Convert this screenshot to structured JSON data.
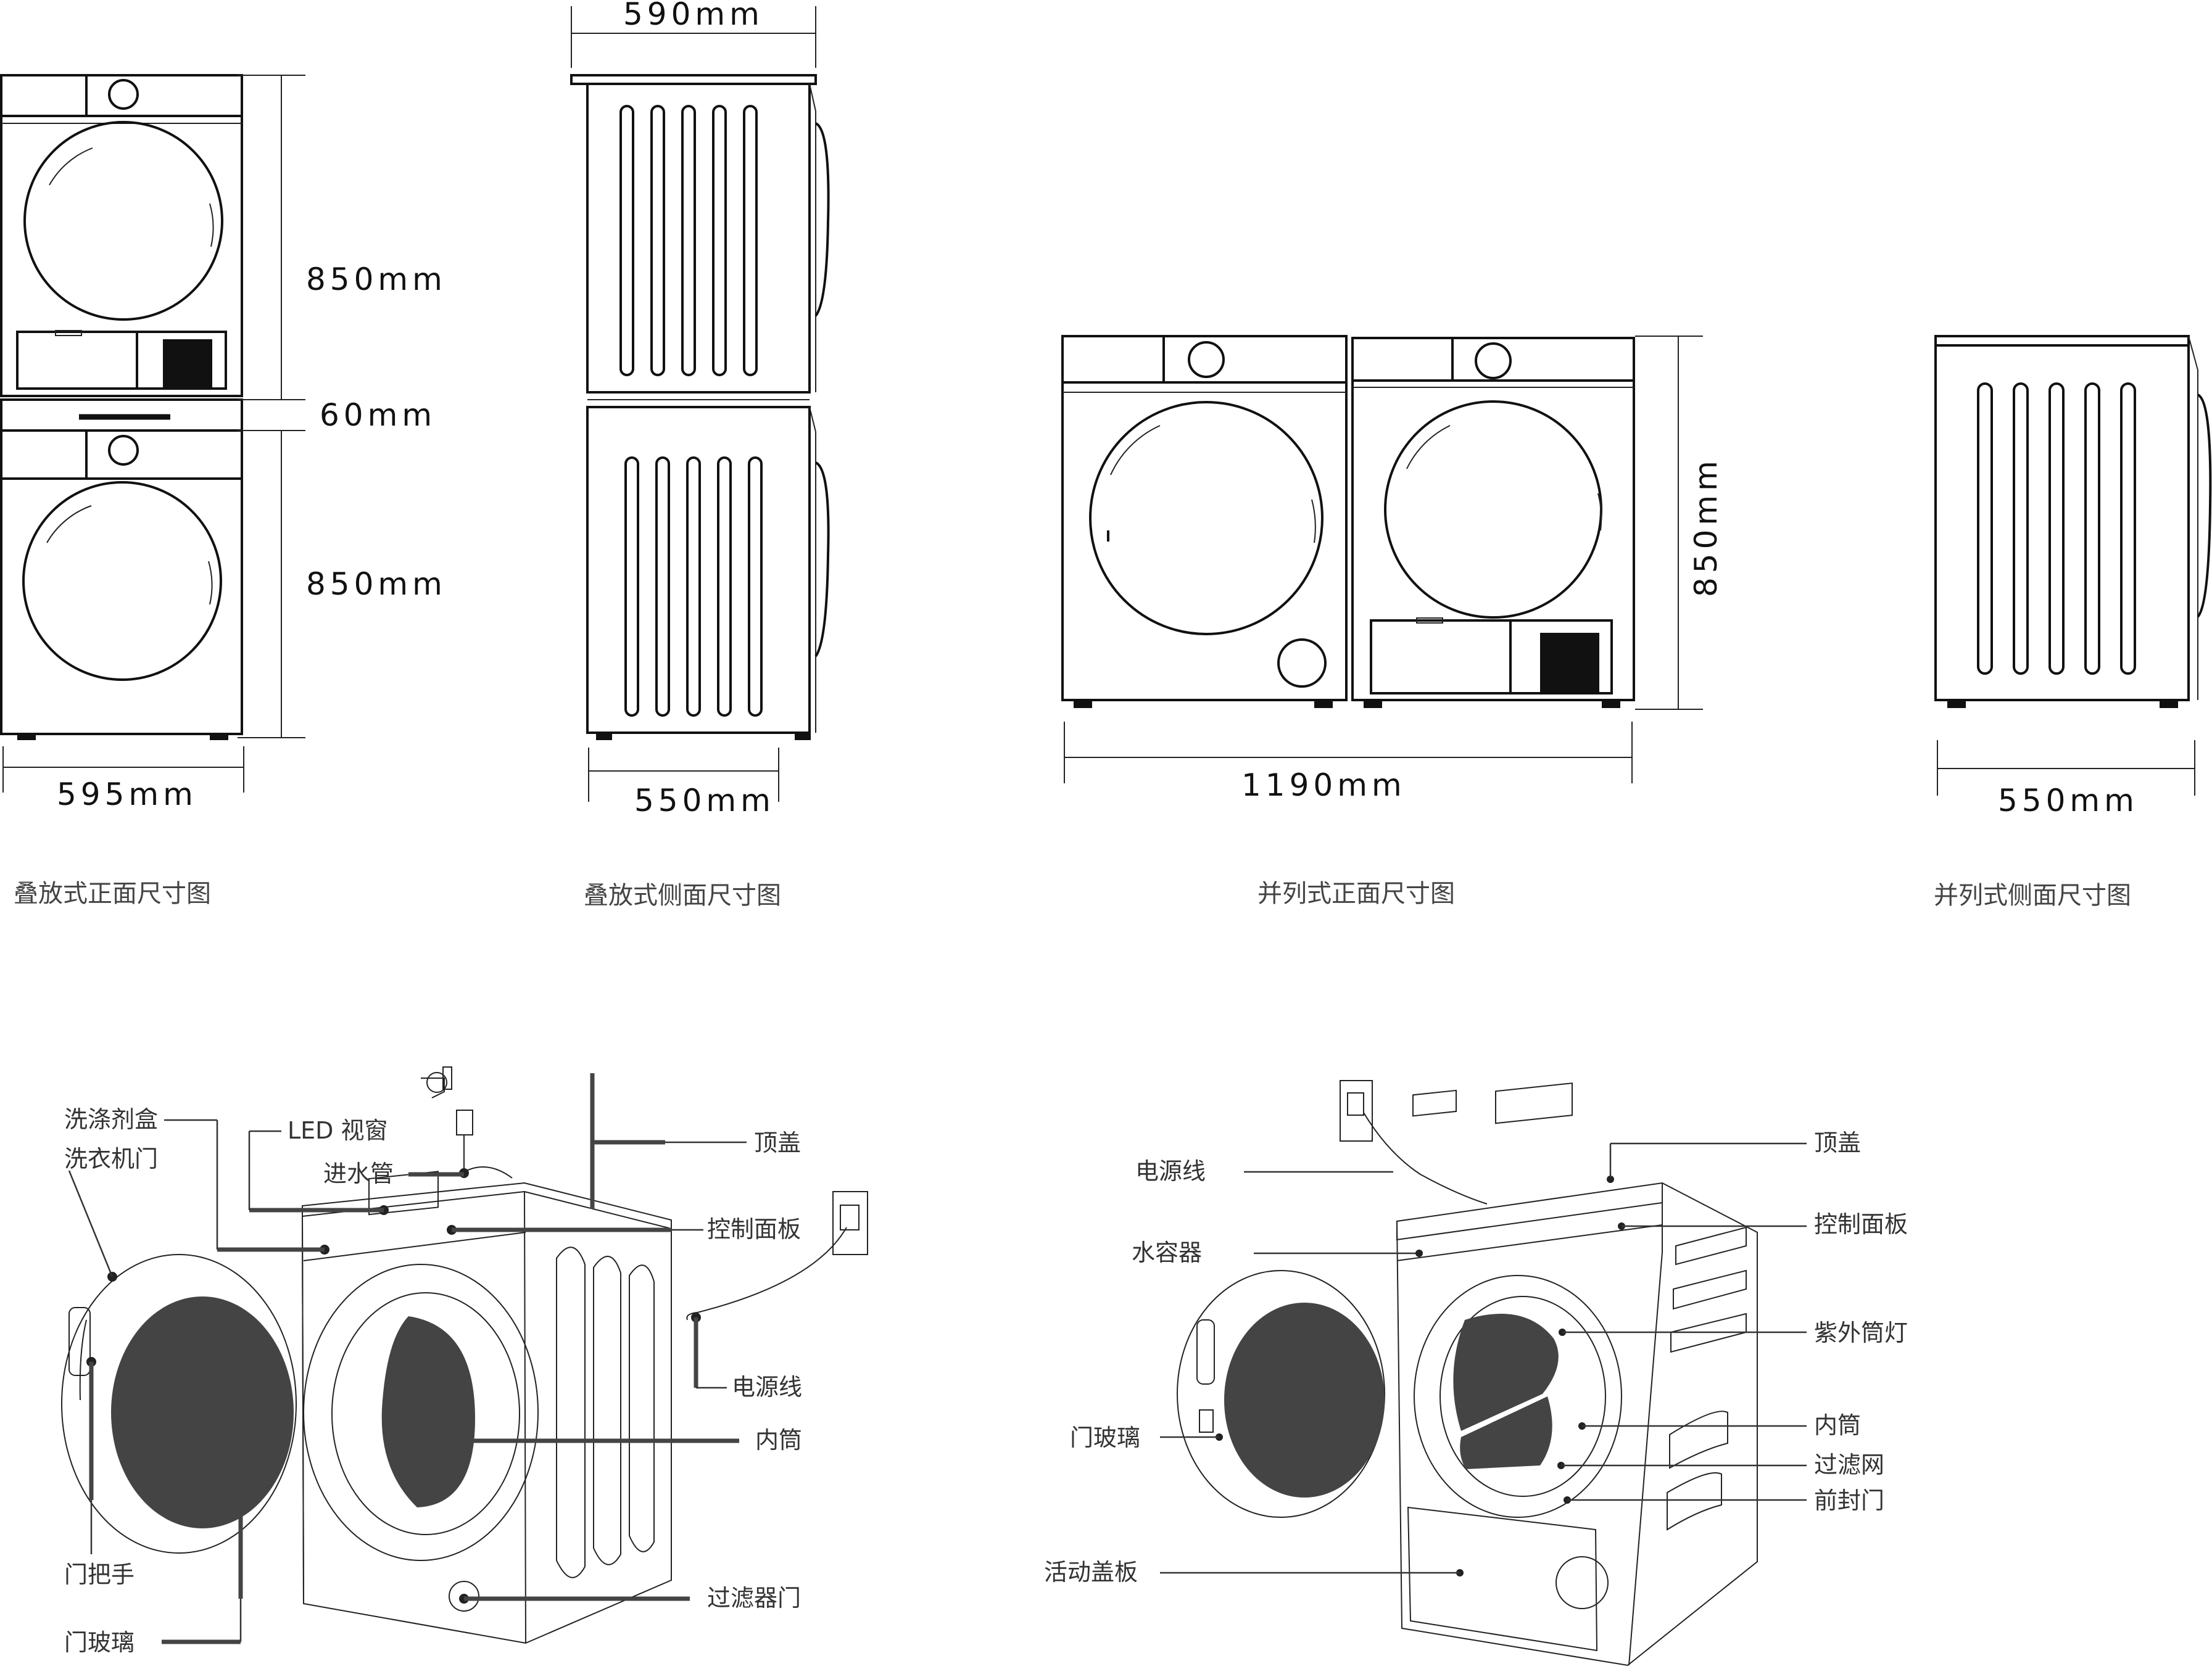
{
  "dimensions": {
    "stack_height_top": "850mm",
    "stack_gap": "60mm",
    "stack_height_bottom": "850mm",
    "stack_width": "595mm",
    "stack_side_top": "590mm",
    "stack_side_bottom": "550mm",
    "side_by_side_width": "1190mm",
    "side_by_side_height": "850mm",
    "side_by_side_depth": "550mm"
  },
  "captions": {
    "stack_front": "叠放式正面尺寸图",
    "stack_side": "叠放式侧面尺寸图",
    "parallel_front": "并列式正面尺寸图",
    "parallel_side": "并列式侧面尺寸图"
  },
  "washer_labels": {
    "detergent_box": "洗涤剂盒",
    "washer_door": "洗衣机门",
    "led_window": "LED 视窗",
    "inlet_pipe": "进水管",
    "top_cover": "顶盖",
    "control_panel": "控制面板",
    "power_cord": "电源线",
    "inner_drum": "内筒",
    "door_handle": "门把手",
    "filter_door": "过滤器门",
    "door_glass": "门玻璃"
  },
  "dryer_labels": {
    "power_cord": "电源线",
    "water_container": "水容器",
    "top_cover": "顶盖",
    "control_panel": "控制面板",
    "uv_drum_light": "紫外筒灯",
    "inner_drum": "内筒",
    "door_glass": "门玻璃",
    "filter_mesh": "过滤网",
    "front_seal_door": "前封门",
    "removable_panel": "活动盖板"
  }
}
